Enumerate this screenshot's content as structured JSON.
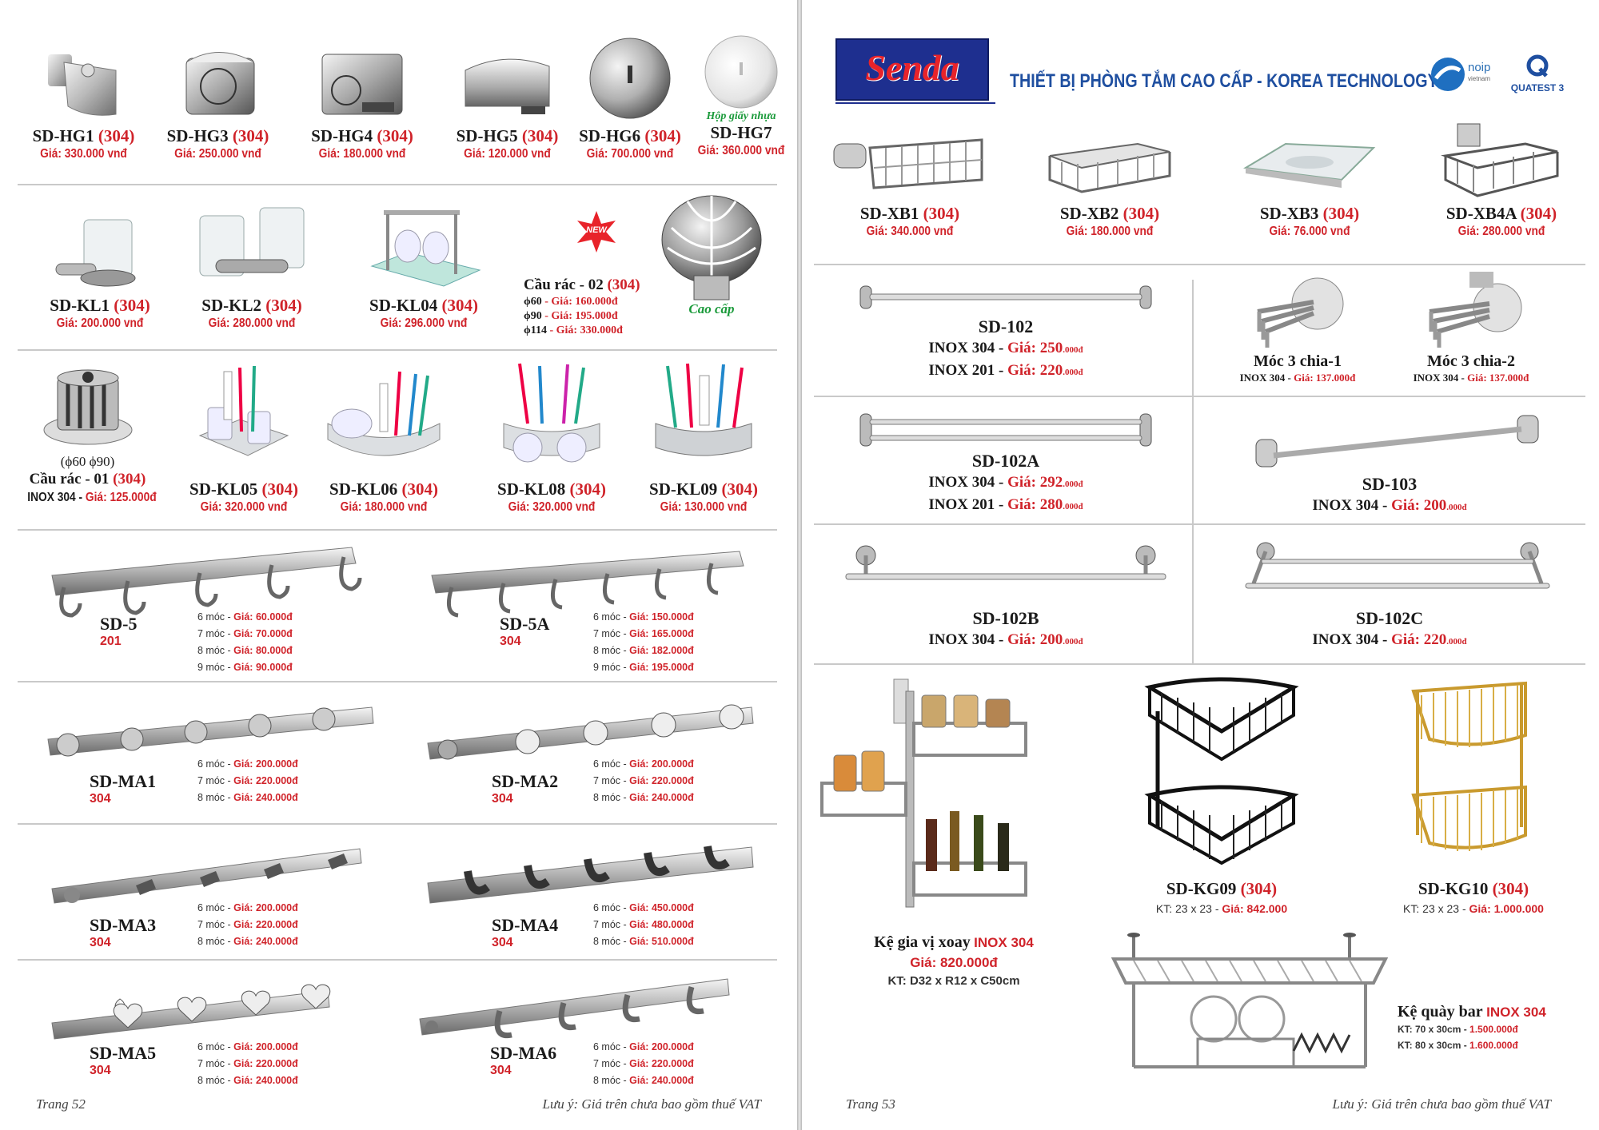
{
  "left_page": {
    "row1": [
      {
        "code": "SD-HG1",
        "material": "(304)",
        "price": "Giá: 330.000 vnđ"
      },
      {
        "code": "SD-HG3",
        "material": "(304)",
        "price": "Giá: 250.000 vnđ"
      },
      {
        "code": "SD-HG4",
        "material": "(304)",
        "price": "Giá: 180.000 vnđ"
      },
      {
        "code": "SD-HG5",
        "material": "(304)",
        "price": "Giá: 120.000 vnđ"
      },
      {
        "code": "SD-HG6",
        "material": "(304)",
        "price": "Giá: 700.000 vnđ"
      },
      {
        "note": "Hộp giấy nhựa",
        "code": "SD-HG7",
        "material": "",
        "price": "Giá: 360.000 vnđ"
      }
    ],
    "row2": [
      {
        "code": "SD-KL1",
        "material": "(304)",
        "price": "Giá: 200.000 vnđ"
      },
      {
        "code": "SD-KL2",
        "material": "(304)",
        "price": "Giá: 280.000 vnđ"
      },
      {
        "code": "SD-KL04",
        "material": "(304)",
        "price": "Giá: 296.000 vnđ"
      }
    ],
    "new_badge": "NEW",
    "cau_rac_02": {
      "title": "Cầu rác - 02",
      "material": "(304)",
      "variants": [
        {
          "size": "ϕ60",
          "price": "- Giá: 160.000đ"
        },
        {
          "size": "ϕ90",
          "price": "- Giá: 195.000đ"
        },
        {
          "size": "ϕ114",
          "price": "- Giá: 330.000đ"
        }
      ],
      "tag": "Cao cấp"
    },
    "row3": [
      {
        "sizes": "(ϕ60  ϕ90)",
        "code": "Cầu rác - 01",
        "material": "(304)",
        "price_prefix": "INOX 304 - ",
        "price": "Giá: 125.000đ"
      },
      {
        "code": "SD-KL05",
        "material": "(304)",
        "price": "Giá: 320.000 vnđ"
      },
      {
        "code": "SD-KL06",
        "material": "(304)",
        "price": "Giá: 180.000 vnđ"
      },
      {
        "code": "SD-KL08",
        "material": "(304)",
        "price": "Giá: 320.000 vnđ"
      },
      {
        "code": "SD-KL09",
        "material": "(304)",
        "price": "Giá: 130.000 vnđ"
      }
    ],
    "hooks": [
      {
        "code": "SD-5",
        "material": "201",
        "prices": [
          [
            "6 móc - ",
            "Giá: 60.000đ"
          ],
          [
            "7 móc - ",
            "Giá: 70.000đ"
          ],
          [
            "8 móc - ",
            "Giá: 80.000đ"
          ],
          [
            "9 móc - ",
            "Giá: 90.000đ"
          ]
        ]
      },
      {
        "code": "SD-5A",
        "material": "304",
        "prices": [
          [
            "6 móc - ",
            "Giá: 150.000đ"
          ],
          [
            "7 móc - ",
            "Giá: 165.000đ"
          ],
          [
            "8 móc - ",
            "Giá: 182.000đ"
          ],
          [
            "9 móc - ",
            "Giá: 195.000đ"
          ]
        ]
      },
      {
        "code": "SD-MA1",
        "material": "304",
        "prices": [
          [
            "6 móc - ",
            "Giá: 200.000đ"
          ],
          [
            "7 móc - ",
            "Giá: 220.000đ"
          ],
          [
            "8 móc - ",
            "Giá: 240.000đ"
          ]
        ]
      },
      {
        "code": "SD-MA2",
        "material": "304",
        "prices": [
          [
            "6 móc - ",
            "Giá: 200.000đ"
          ],
          [
            "7 móc - ",
            "Giá: 220.000đ"
          ],
          [
            "8 móc - ",
            "Giá: 240.000đ"
          ]
        ]
      },
      {
        "code": "SD-MA3",
        "material": "304",
        "prices": [
          [
            "6 móc - ",
            "Giá: 200.000đ"
          ],
          [
            "7 móc - ",
            "Giá: 220.000đ"
          ],
          [
            "8 móc - ",
            "Giá: 240.000đ"
          ]
        ]
      },
      {
        "code": "SD-MA4",
        "material": "304",
        "prices": [
          [
            "6 móc - ",
            "Giá: 450.000đ"
          ],
          [
            "7 móc - ",
            "Giá: 480.000đ"
          ],
          [
            "8 móc - ",
            "Giá: 510.000đ"
          ]
        ]
      },
      {
        "code": "SD-MA5",
        "material": "304",
        "prices": [
          [
            "6 móc - ",
            "Giá: 200.000đ"
          ],
          [
            "7 móc - ",
            "Giá: 220.000đ"
          ],
          [
            "8 móc - ",
            "Giá: 240.000đ"
          ]
        ]
      },
      {
        "code": "SD-MA6",
        "material": "304",
        "prices": [
          [
            "6 móc - ",
            "Giá: 200.000đ"
          ],
          [
            "7 móc - ",
            "Giá: 220.000đ"
          ],
          [
            "8 móc - ",
            "Giá: 240.000đ"
          ]
        ]
      }
    ],
    "footer_page": "Trang 52",
    "footer_note": "Lưu ý: Giá trên chưa bao gồm thuế VAT"
  },
  "right_page": {
    "brand": "Senda",
    "headline": "THIẾT BỊ PHÒNG TẮM CAO CẤP - KOREA TECHNOLOGY",
    "logo1": "noip",
    "logo1_sub": "vietnam",
    "logo2": "QUATEST 3",
    "row1": [
      {
        "code": "SD-XB1",
        "material": "(304)",
        "price": "Giá: 340.000 vnđ"
      },
      {
        "code": "SD-XB2",
        "material": "(304)",
        "price": "Giá: 180.000 vnđ"
      },
      {
        "code": "SD-XB3",
        "material": "(304)",
        "price": "Giá: 76.000 vnđ"
      },
      {
        "code": "SD-XB4A",
        "material": "(304)",
        "price": "Giá: 280.000 vnđ"
      }
    ],
    "sd102": {
      "code": "SD-102",
      "lines": [
        [
          "INOX 304 - ",
          "Giá: 250",
          ".000đ"
        ],
        [
          "INOX 201 - ",
          "Giá: 220",
          ".000đ"
        ]
      ]
    },
    "moc1": {
      "title": "Móc 3 chia-1",
      "line": [
        "INOX 304 - ",
        "Giá: 137.000đ"
      ]
    },
    "moc2": {
      "title": "Móc 3 chia-2",
      "line": [
        "INOX 304 - ",
        "Giá: 137.000đ"
      ]
    },
    "sd102a": {
      "code": "SD-102A",
      "lines": [
        [
          "INOX 304 - ",
          "Giá: 292",
          ".000đ"
        ],
        [
          "INOX 201 - ",
          "Giá: 280",
          ".000đ"
        ]
      ]
    },
    "sd103": {
      "code": "SD-103",
      "lines": [
        [
          "INOX 304 - ",
          "Giá: 200",
          ".000đ"
        ]
      ]
    },
    "sd102b": {
      "code": "SD-102B",
      "lines": [
        [
          "INOX 304 - ",
          "Giá: 200",
          ".000đ"
        ]
      ]
    },
    "sd102c": {
      "code": "SD-102C",
      "lines": [
        [
          "INOX 304 - ",
          "Giá: 220",
          ".000đ"
        ]
      ]
    },
    "spice_rack": {
      "title": "Kệ gia vị xoay",
      "material": "INOX 304",
      "price": "Giá: 820.000đ",
      "size": "KT: D32 x R12 x C50cm"
    },
    "kg09": {
      "code": "SD-KG09",
      "material": "(304)",
      "size": "KT: 23 x 23 - ",
      "price": "Giá: 842.000"
    },
    "kg10": {
      "code": "SD-KG10",
      "material": "(304)",
      "size": "KT: 23 x 23 - ",
      "price": "Giá: 1.000.000"
    },
    "bar_rack": {
      "title": "Kệ quày bar",
      "material": "INOX 304",
      "lines": [
        [
          "KT: 70 x 30cm - ",
          "1.500.000đ"
        ],
        [
          "KT: 80 x 30cm - ",
          "1.600.000đ"
        ]
      ]
    },
    "footer_page": "Trang 53",
    "footer_note": "Lưu ý: Giá trên chưa bao gồm thuế VAT"
  },
  "colors": {
    "accent_red": "#d0232a",
    "brand_blue": "#1e2f8f",
    "headline_blue": "#1f4fa0",
    "green_note": "#1a9a3a"
  }
}
